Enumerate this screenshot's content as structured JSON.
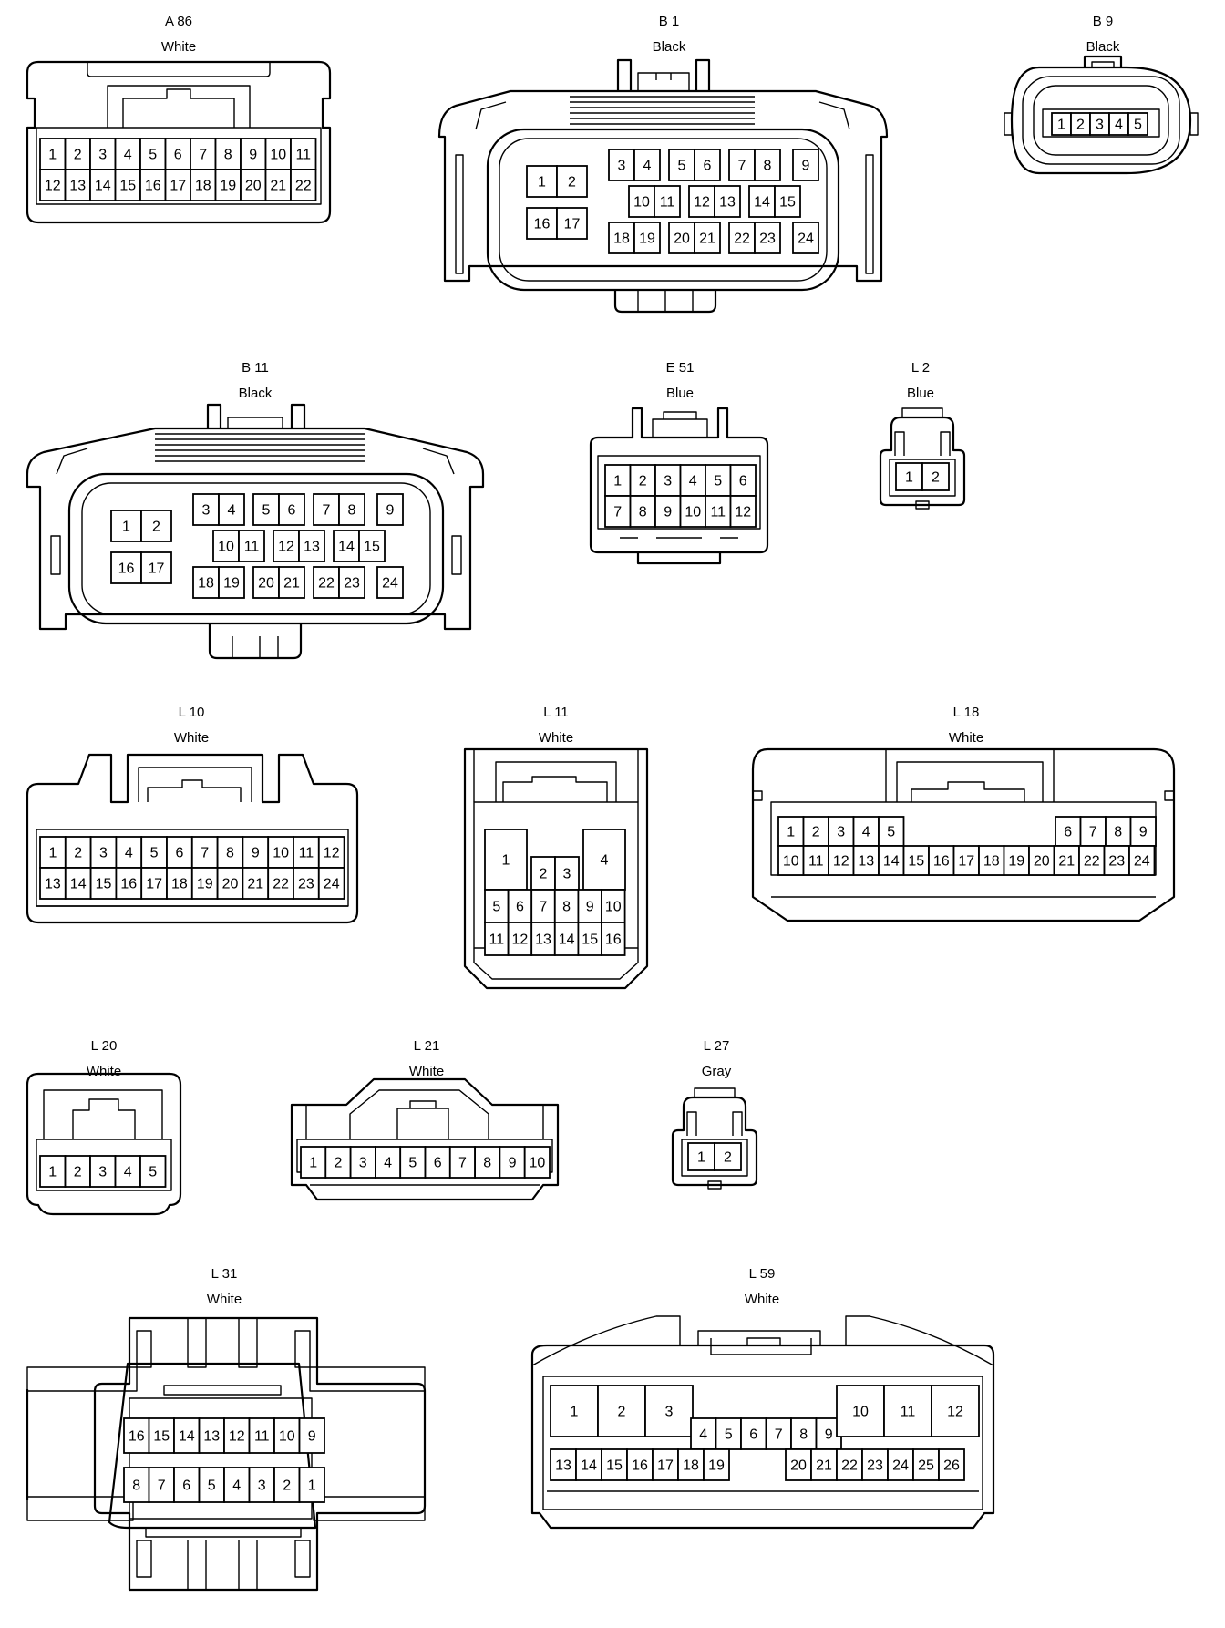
{
  "connectors": [
    {
      "id": "A 86",
      "color": "White"
    },
    {
      "id": "B 1",
      "color": "Black"
    },
    {
      "id": "B 9",
      "color": "Black"
    },
    {
      "id": "B 11",
      "color": "Black"
    },
    {
      "id": "E 51",
      "color": "Blue"
    },
    {
      "id": "L 2",
      "color": "Blue"
    },
    {
      "id": "L 10",
      "color": "White"
    },
    {
      "id": "L 11",
      "color": "White"
    },
    {
      "id": "L 18",
      "color": "White"
    },
    {
      "id": "L 20",
      "color": "White"
    },
    {
      "id": "L 21",
      "color": "White"
    },
    {
      "id": "L 27",
      "color": "Gray"
    },
    {
      "id": "L 31",
      "color": "White"
    },
    {
      "id": "L 59",
      "color": "White"
    }
  ],
  "pins": {
    "A 86": {
      "row1": [
        "1",
        "2",
        "3",
        "4",
        "5",
        "6",
        "7",
        "8",
        "9",
        "10",
        "11"
      ],
      "row2": [
        "12",
        "13",
        "14",
        "15",
        "16",
        "17",
        "18",
        "19",
        "20",
        "21",
        "22"
      ]
    },
    "B 1": [
      "1",
      "2",
      "3",
      "4",
      "5",
      "6",
      "7",
      "8",
      "9",
      "10",
      "11",
      "12",
      "13",
      "14",
      "15",
      "16",
      "17",
      "18",
      "19",
      "20",
      "21",
      "22",
      "23",
      "24"
    ],
    "B 9": [
      "1",
      "2",
      "3",
      "4",
      "5"
    ],
    "B 11": [
      "1",
      "2",
      "3",
      "4",
      "5",
      "6",
      "7",
      "8",
      "9",
      "10",
      "11",
      "12",
      "13",
      "14",
      "15",
      "16",
      "17",
      "18",
      "19",
      "20",
      "21",
      "22",
      "23",
      "24"
    ],
    "E 51": {
      "row1": [
        "1",
        "2",
        "3",
        "4",
        "5",
        "6"
      ],
      "row2": [
        "7",
        "8",
        "9",
        "10",
        "11",
        "12"
      ]
    },
    "L 2": [
      "1",
      "2"
    ],
    "L 10": {
      "row1": [
        "1",
        "2",
        "3",
        "4",
        "5",
        "6",
        "7",
        "8",
        "9",
        "10",
        "11",
        "12"
      ],
      "row2": [
        "13",
        "14",
        "15",
        "16",
        "17",
        "18",
        "19",
        "20",
        "21",
        "22",
        "23",
        "24"
      ]
    },
    "L 11": [
      "1",
      "2",
      "3",
      "4",
      "5",
      "6",
      "7",
      "8",
      "9",
      "10",
      "11",
      "12",
      "13",
      "14",
      "15",
      "16"
    ],
    "L 18": {
      "row1": [
        "1",
        "2",
        "3",
        "4",
        "5",
        "6",
        "7",
        "8",
        "9"
      ],
      "row2": [
        "10",
        "11",
        "12",
        "13",
        "14",
        "15",
        "16",
        "17",
        "18",
        "19",
        "20",
        "21",
        "22",
        "23",
        "24"
      ]
    },
    "L 20": [
      "1",
      "2",
      "3",
      "4",
      "5"
    ],
    "L 21": [
      "1",
      "2",
      "3",
      "4",
      "5",
      "6",
      "7",
      "8",
      "9",
      "10"
    ],
    "L 27": [
      "1",
      "2"
    ],
    "L 31": {
      "row1": [
        "16",
        "15",
        "14",
        "13",
        "12",
        "11",
        "10",
        "9"
      ],
      "row2": [
        "8",
        "7",
        "6",
        "5",
        "4",
        "3",
        "2",
        "1"
      ]
    },
    "L 59": [
      "1",
      "2",
      "3",
      "4",
      "5",
      "6",
      "7",
      "8",
      "9",
      "10",
      "11",
      "12",
      "13",
      "14",
      "15",
      "16",
      "17",
      "18",
      "19",
      "20",
      "21",
      "22",
      "23",
      "24",
      "25",
      "26"
    ]
  }
}
